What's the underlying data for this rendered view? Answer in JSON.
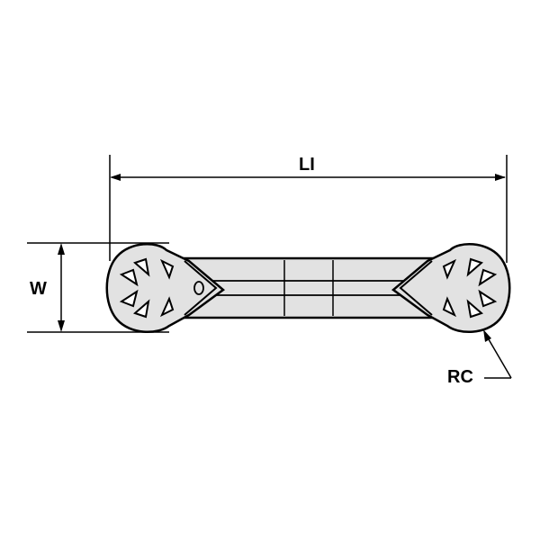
{
  "dimensions": {
    "length_label": "LI",
    "width_label": "W",
    "corner_radius_label": "RC"
  },
  "colors": {
    "fill": "#e2e2e2",
    "stroke": "#000000"
  }
}
